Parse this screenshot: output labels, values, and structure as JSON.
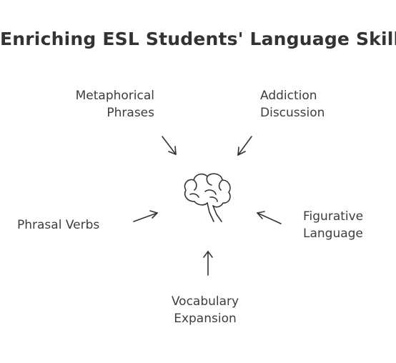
{
  "title": "Enriching ESL Students' Language Skills",
  "center": {
    "icon": "brain-icon"
  },
  "items": [
    {
      "id": "metaphorical",
      "text": "Metaphorical\nPhrases"
    },
    {
      "id": "addiction",
      "text": "Addiction\nDiscussion"
    },
    {
      "id": "phrasal",
      "text": "Phrasal Verbs"
    },
    {
      "id": "figurative",
      "text": "Figurative\nLanguage"
    },
    {
      "id": "vocabulary",
      "text": "Vocabulary\nExpansion"
    }
  ],
  "colors": {
    "text": "#3d3d3d",
    "stroke": "#333333",
    "background": "#ffffff"
  }
}
